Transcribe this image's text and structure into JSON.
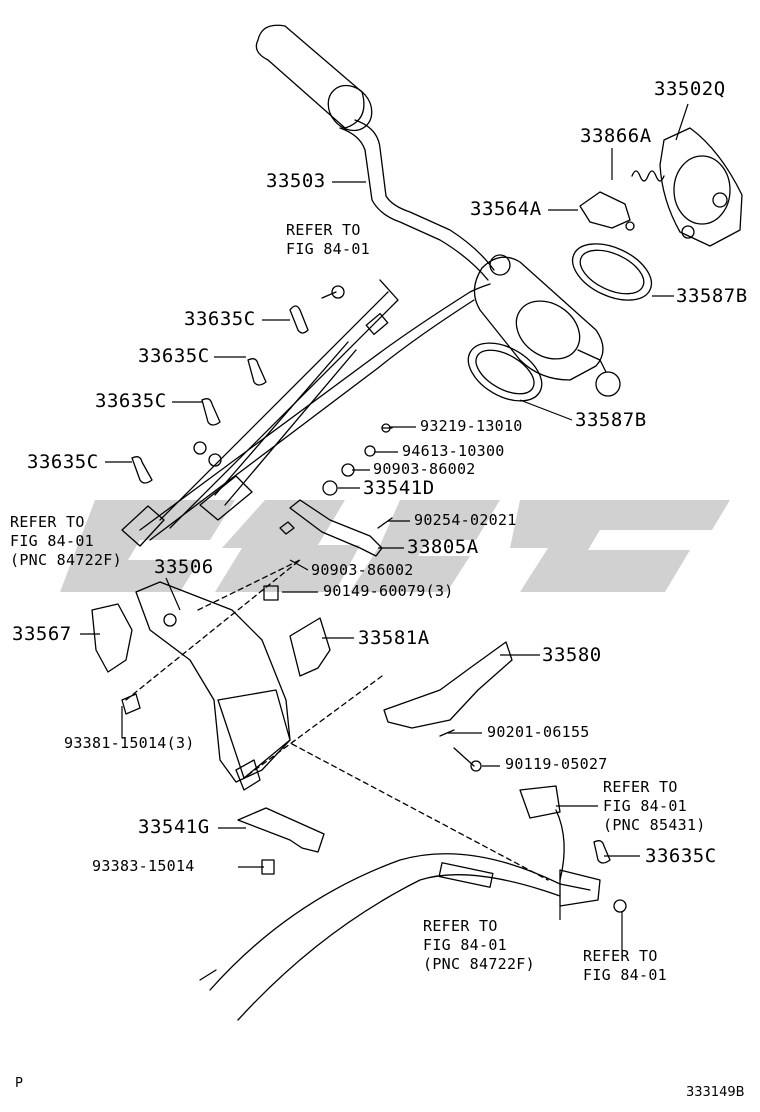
{
  "labels": {
    "p33502q": "33502Q",
    "p33866a": "33866A",
    "p33503": "33503",
    "p33564a": "33564A",
    "refer1_a": "REFER TO",
    "refer1_b": "FIG 84-01",
    "p33587b_1": "33587B",
    "p33635c_1": "33635C",
    "p33635c_2": "33635C",
    "p33635c_3": "33635C",
    "p33635c_4": "33635C",
    "p33587b_2": "33587B",
    "p93219": "93219-13010",
    "p94613": "94613-10300",
    "p90903_1": "90903-86002",
    "p33541d": "33541D",
    "refer2_a": "REFER TO",
    "refer2_b": "FIG 84-01",
    "refer2_c": "(PNC 84722F)",
    "p90254": "90254-02021",
    "p33805a": "33805A",
    "p33506": "33506",
    "p90903_2": "90903-86002",
    "p90149": "90149-60079(3)",
    "p33567": "33567",
    "p33581a": "33581A",
    "p33580": "33580",
    "p90201": "90201-06155",
    "p93381": "93381-15014(3)",
    "p90119": "90119-05027",
    "refer3_a": "REFER TO",
    "refer3_b": "FIG 84-01",
    "refer3_c": "(PNC 85431)",
    "p33541g": "33541G",
    "p33635c_5": "33635C",
    "p93383": "93383-15014",
    "refer4_a": "REFER TO",
    "refer4_b": "FIG 84-01",
    "refer4_c": "(PNC 84722F)",
    "refer5_a": "REFER TO",
    "refer5_b": "FIG 84-01",
    "corner_left": "P",
    "corner_right": "333149B"
  },
  "colors": {
    "line": "#000000",
    "watermark": "#c8c8c8"
  }
}
